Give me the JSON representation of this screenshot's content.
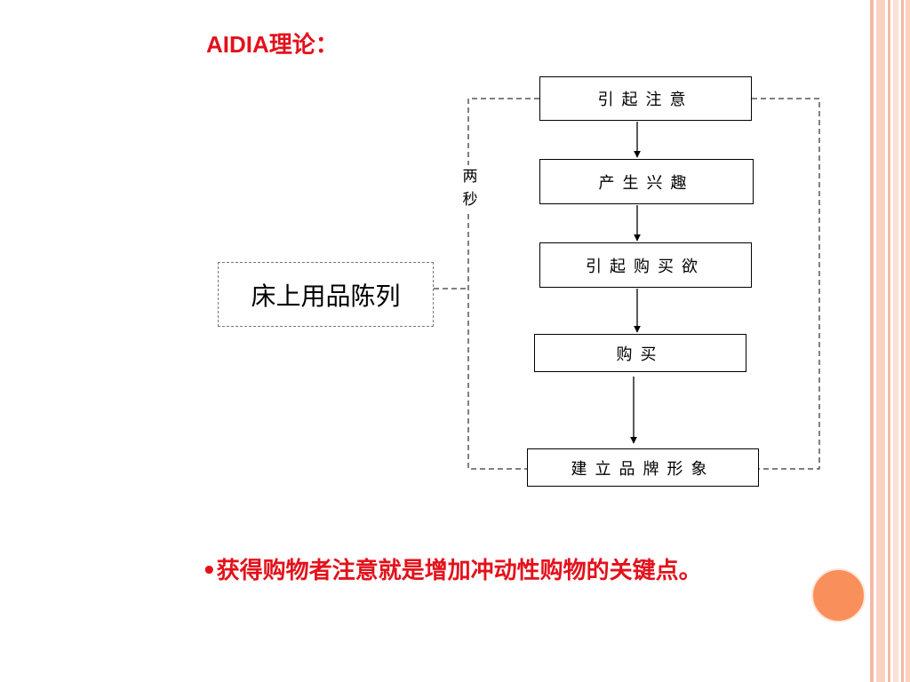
{
  "title": "AIDIA理论：",
  "flow_steps": [
    "引起注意",
    "产生兴趣",
    "引起购买欲",
    "购买",
    "建立品牌形象"
  ],
  "side_box_label": "床上用品陈列",
  "dashed_label_line1": "两",
  "dashed_label_line2": "秒",
  "bullet_text": "获得购物者注意就是增加冲动性购物的关键点。",
  "colors": {
    "accent_red": "#e3111b",
    "stripe_salmon": "#f4b9a4",
    "circle_orange": "#f9905c"
  }
}
